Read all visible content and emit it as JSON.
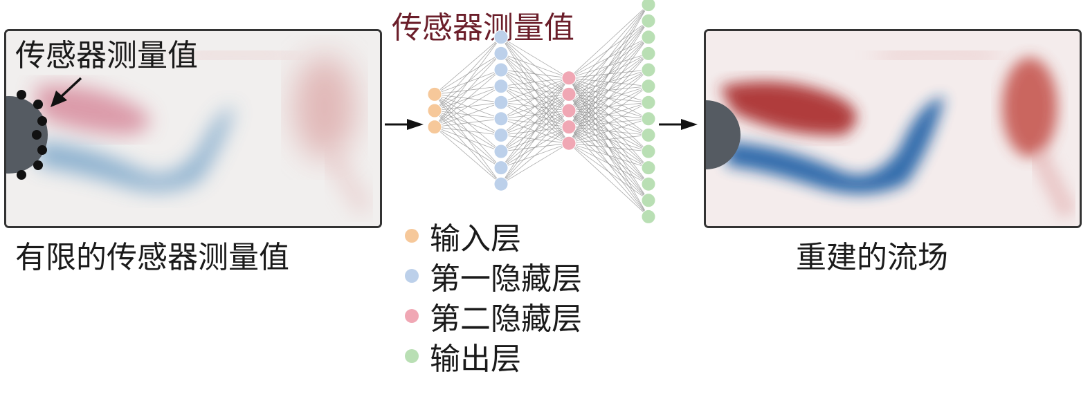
{
  "left_panel": {
    "caption": "有限的传感器测量值",
    "sensor_label": "传感器测量值"
  },
  "network": {
    "title": "传感器测量值",
    "layers": [
      {
        "name": "输入层",
        "count": 3,
        "color": "#f6c89a"
      },
      {
        "name": "第一隐藏层",
        "count": 10,
        "color": "#bcd0ea"
      },
      {
        "name": "第二隐藏层",
        "count": 5,
        "color": "#f0a7b4"
      },
      {
        "name": "输出层",
        "count": 14,
        "color": "#b9dfb4"
      }
    ]
  },
  "right_panel": {
    "caption": "重建的流场"
  },
  "legend": [
    {
      "label": "输入层",
      "color": "#f6c89a"
    },
    {
      "label": "第一隐藏层",
      "color": "#bcd0ea"
    },
    {
      "label": "第二隐藏层",
      "color": "#f0a7b4"
    },
    {
      "label": "输出层",
      "color": "#b9dfb4"
    }
  ]
}
